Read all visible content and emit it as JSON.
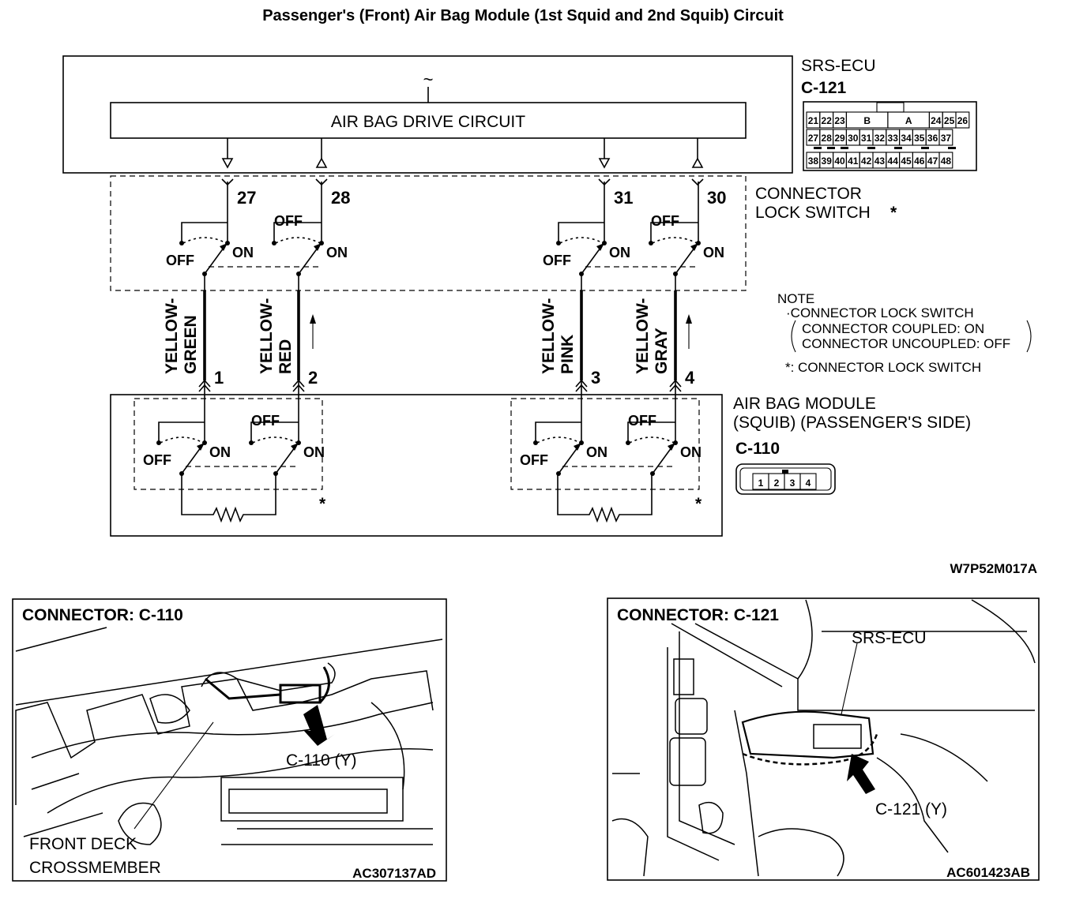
{
  "title": "Passenger's (Front) Air Bag Module (1st Squid and 2nd Squib) Circuit",
  "ecu": {
    "name": "SRS-ECU",
    "connector": "C-121",
    "drive_circuit_label": "AIR BAG DRIVE CIRCUIT",
    "tilde": "~",
    "pins": [
      "27",
      "28",
      "31",
      "30"
    ],
    "connector_cells": {
      "row1": [
        "21",
        "22",
        "23",
        "B",
        "A",
        "24",
        "25",
        "26"
      ],
      "row2": [
        "27",
        "28",
        "29",
        "30",
        "31",
        "32",
        "33",
        "34",
        "35",
        "36",
        "37"
      ],
      "row3": [
        "38",
        "39",
        "40",
        "41",
        "42",
        "43",
        "44",
        "45",
        "46",
        "47",
        "48"
      ]
    }
  },
  "lock_switch": {
    "label_line1": "CONNECTOR",
    "label_line2": "LOCK SWITCH",
    "asterisk": "*"
  },
  "switch_states": {
    "off": "OFF",
    "on": "ON"
  },
  "wires": [
    {
      "line1": "YELLOW-",
      "line2": "GREEN",
      "pin": "1"
    },
    {
      "line1": "YELLOW-",
      "line2": "RED",
      "pin": "2"
    },
    {
      "line1": "YELLOW-",
      "line2": "PINK",
      "pin": "3"
    },
    {
      "line1": "YELLOW-",
      "line2": "GRAY",
      "pin": "4"
    }
  ],
  "note": {
    "heading": "NOTE",
    "line1": "·CONNECTOR LOCK SWITCH",
    "line2": "CONNECTOR COUPLED: ON",
    "line3": "CONNECTOR UNCOUPLED: OFF",
    "line4": "*: CONNECTOR LOCK SWITCH"
  },
  "module": {
    "name_line1": "AIR BAG MODULE",
    "name_line2": "(SQUIB) (PASSENGER'S SIDE)",
    "connector": "C-110",
    "cells": [
      "1",
      "2",
      "3",
      "4"
    ],
    "asterisk": "*"
  },
  "diagram_code": "W7P52M017A",
  "panel_left": {
    "heading": "CONNECTOR: C-110",
    "callout": "C-110 (Y)",
    "location_line1": "FRONT DECK",
    "location_line2": "CROSSMEMBER",
    "code": "AC307137AD"
  },
  "panel_right": {
    "heading": "CONNECTOR: C-121",
    "ecu_label": "SRS-ECU",
    "callout": "C-121 (Y)",
    "code": "AC601423AB"
  }
}
